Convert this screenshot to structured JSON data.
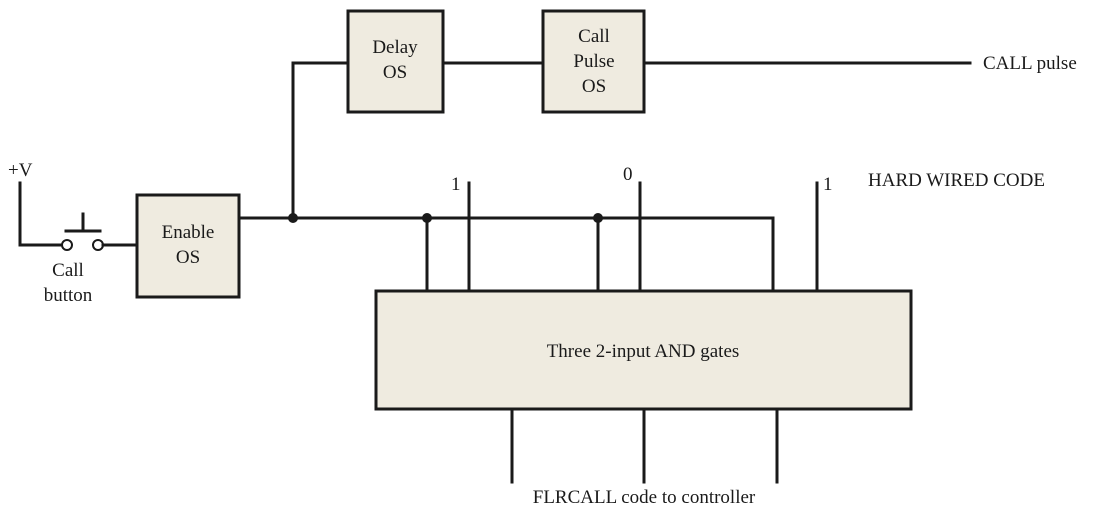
{
  "blocks": {
    "enable_os": [
      "Enable",
      "OS"
    ],
    "delay_os": [
      "Delay",
      "OS"
    ],
    "call_pulse_os": [
      "Call",
      "Pulse",
      "OS"
    ],
    "and_gates": "Three 2-input AND gates"
  },
  "labels": {
    "supply": "+V",
    "call_button": [
      "Call",
      "button"
    ],
    "call_pulse_output": "CALL pulse",
    "hard_wired_code": "HARD WIRED CODE",
    "code_bits": [
      "1",
      "0",
      "1"
    ],
    "flrcall_output": "FLRCALL code to controller"
  },
  "colors": {
    "block_fill": "#efebe0",
    "line": "#1a1a1a"
  }
}
